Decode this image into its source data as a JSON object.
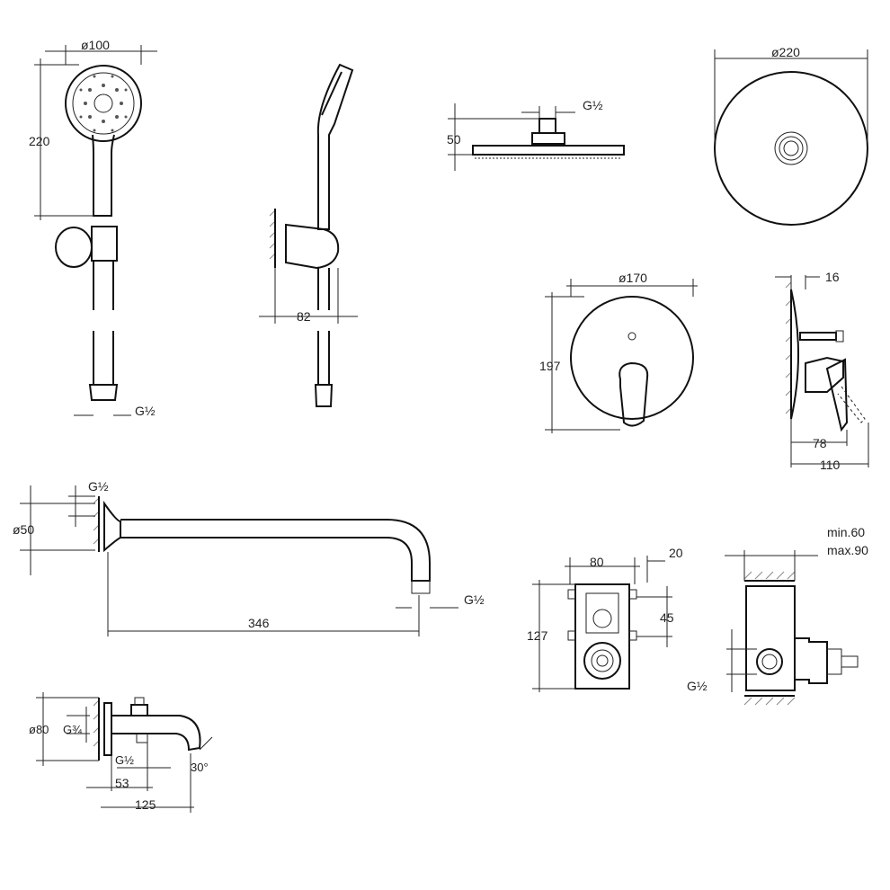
{
  "labels": {
    "hand_shower_dia": "ø100",
    "hand_shower_height": "220",
    "hand_shower_thread": "G½",
    "holder_depth": "82",
    "head_thread": "G½",
    "head_height": "50",
    "head_dia": "ø220",
    "plate_dia": "ø170",
    "plate_height": "197",
    "mixer_projection": "16",
    "mixer_depth_78": "78",
    "mixer_depth_110": "110",
    "arm_thread_top": "G½",
    "arm_flange_dia": "ø50",
    "arm_length": "346",
    "arm_thread_end": "G½",
    "box_width": "80",
    "box_offset": "20",
    "box_spacing": "45",
    "box_height": "127",
    "wall_min": "min.60",
    "wall_max": "max.90",
    "box_thread": "G½",
    "spout_dia": "ø80",
    "spout_thread_in": "G¾",
    "spout_thread_out": "G½",
    "spout_angle": "30°",
    "spout_53": "53",
    "spout_125": "125"
  }
}
